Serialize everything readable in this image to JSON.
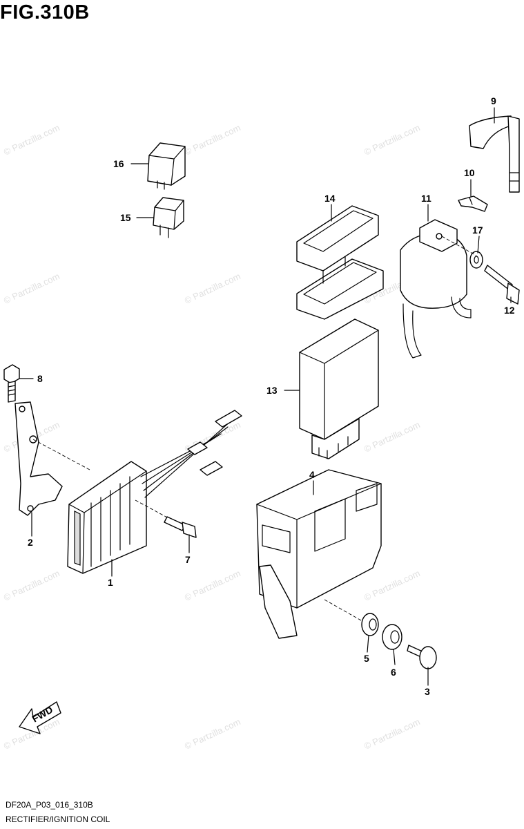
{
  "figure": {
    "title": "FIG.310B",
    "code": "DF20A_P03_016_310B",
    "name": "RECTIFIER/IGNITION COIL"
  },
  "watermark": "© Partzilla.com",
  "direction_arrow": "FWD",
  "callouts": {
    "p1": "1",
    "p2": "2",
    "p3": "3",
    "p4": "4",
    "p5": "5",
    "p6": "6",
    "p7": "7",
    "p8": "8",
    "p9": "9",
    "p10": "10",
    "p11": "11",
    "p12": "12",
    "p13": "13",
    "p14": "14",
    "p15": "15",
    "p16": "16",
    "p17": "17"
  }
}
